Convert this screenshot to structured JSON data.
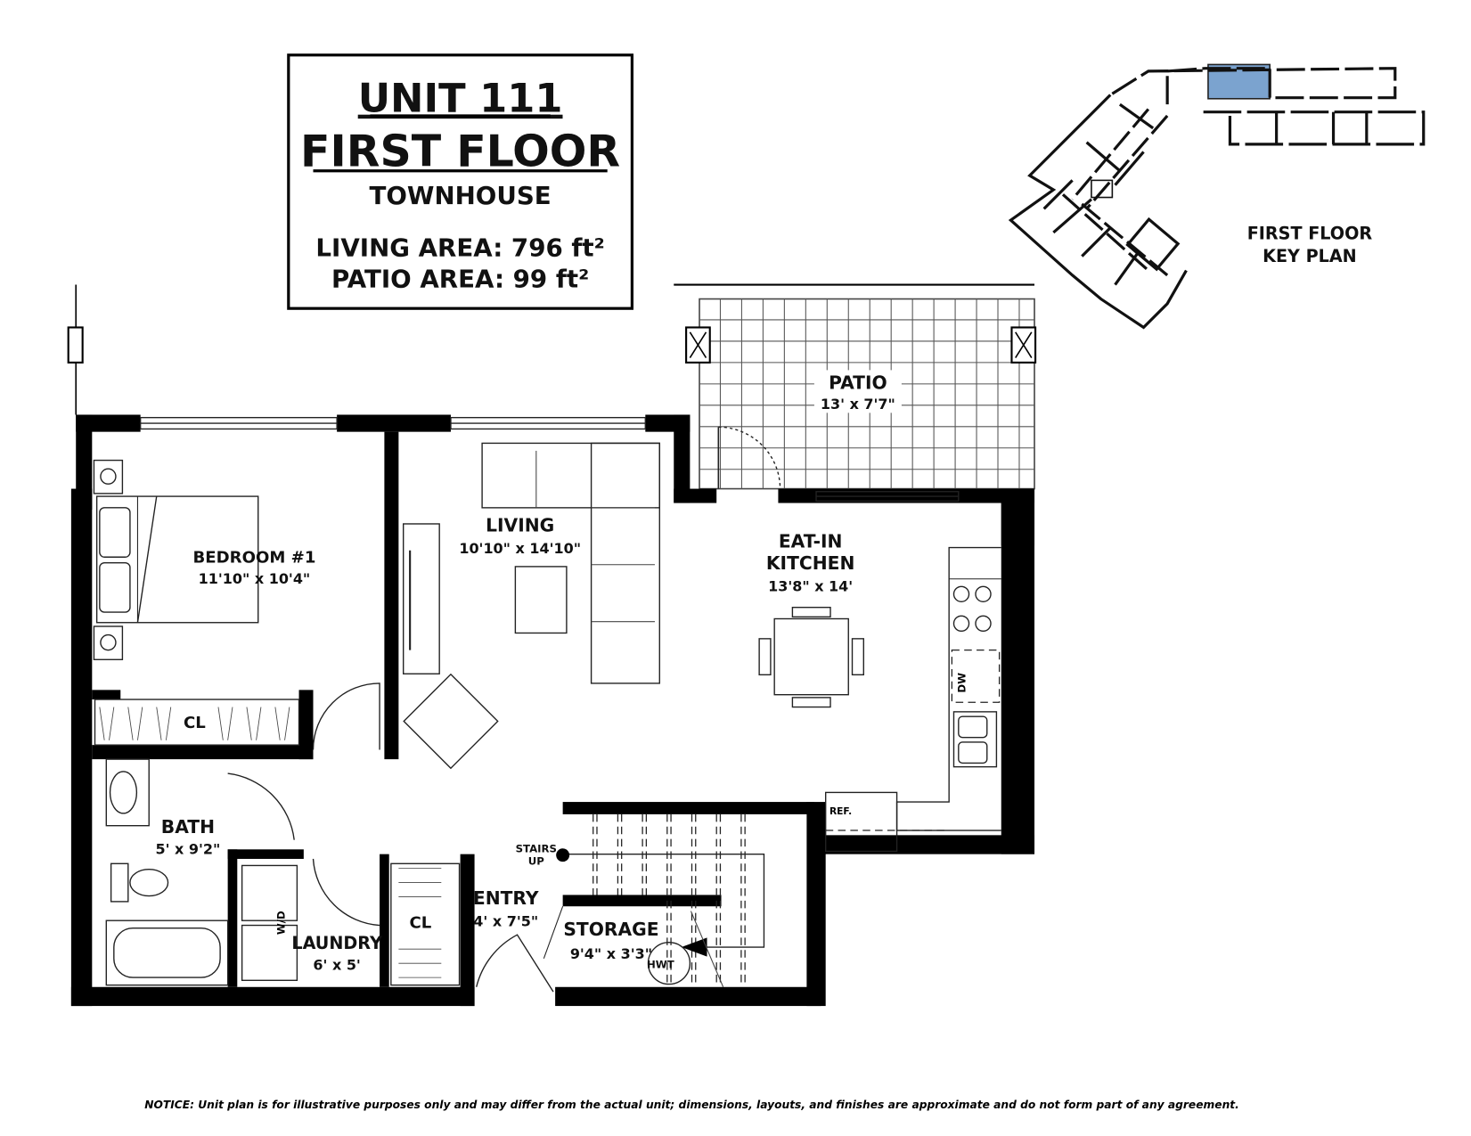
{
  "title_box": {
    "unit": "UNIT 111",
    "floor": "FIRST FLOOR",
    "type": "TOWNHOUSE",
    "living_area": "LIVING AREA: 796 ft²",
    "patio_area": "PATIO AREA: 99 ft²"
  },
  "key_plan": {
    "label_line1": "FIRST FLOOR",
    "label_line2": "KEY PLAN",
    "highlight_color": "#7ba3cf"
  },
  "rooms": {
    "patio": {
      "name": "PATIO",
      "dims": "13' x 7'7\""
    },
    "living": {
      "name": "LIVING",
      "dims": "10'10\" x 14'10\""
    },
    "bedroom": {
      "name": "BEDROOM #1",
      "dims": "11'10\" x 10'4\""
    },
    "kitchen": {
      "name1": "EAT-IN",
      "name2": "KITCHEN",
      "dims": "13'8\" x 14'"
    },
    "bath": {
      "name": "BATH",
      "dims": "5' x 9'2\""
    },
    "laundry": {
      "name": "LAUNDRY",
      "dims": "6' x 5'"
    },
    "entry": {
      "name": "ENTRY",
      "dims": "4' x 7'5\""
    },
    "storage": {
      "name": "STORAGE",
      "dims": "9'4\" x 3'3\""
    }
  },
  "fixtures": {
    "closet_bedroom": "CL",
    "closet_entry": "CL",
    "washer_dryer": "W/D",
    "dishwasher": "DW",
    "fridge": "REF.",
    "hot_water_tank": "HWT",
    "stairs_line1": "STAIRS",
    "stairs_line2": "UP"
  },
  "notice": "NOTICE: Unit plan is for illustrative purposes only and may differ from the actual unit; dimensions, layouts, and finishes are approximate and do not form part of any agreement."
}
